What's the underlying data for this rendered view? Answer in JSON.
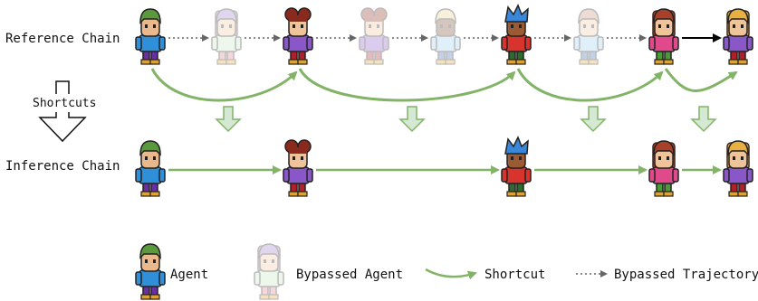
{
  "rows": {
    "reference_label": "Reference Chain",
    "inference_label": "Inference Chain"
  },
  "shortcuts_label": "Shortcuts",
  "legend": {
    "agent": "Agent",
    "bypassed_agent": "Bypassed Agent",
    "shortcut": "Shortcut",
    "bypassed_trajectory": "Bypassed Trajectory"
  },
  "colors": {
    "shortcut_green": "#82b366",
    "down_arrow_fill": "#d5e8d4",
    "down_arrow_stroke": "#82b366",
    "dotted_arrow": "#666666",
    "solid_arrow": "#000000"
  },
  "reference_chain": [
    {
      "icon": "agent-green-hair-icon",
      "bypassed": false
    },
    {
      "icon": "agent-purple-hair-icon",
      "bypassed": true
    },
    {
      "icon": "agent-red-curly-hair-icon",
      "bypassed": false
    },
    {
      "icon": "agent-red-curly-hair-icon",
      "bypassed": true
    },
    {
      "icon": "agent-blonde-hair-icon",
      "bypassed": true
    },
    {
      "icon": "agent-blue-hair-icon",
      "bypassed": false
    },
    {
      "icon": "agent-brown-hair-icon",
      "bypassed": true
    },
    {
      "icon": "agent-red-long-hair-icon",
      "bypassed": false
    },
    {
      "icon": "agent-blonde-long-hair-icon",
      "bypassed": false
    }
  ],
  "inference_chain": [
    {
      "icon": "agent-green-hair-icon"
    },
    {
      "icon": "agent-red-curly-hair-icon"
    },
    {
      "icon": "agent-blue-hair-icon"
    },
    {
      "icon": "agent-red-long-hair-icon"
    },
    {
      "icon": "agent-blonde-long-hair-icon"
    }
  ]
}
